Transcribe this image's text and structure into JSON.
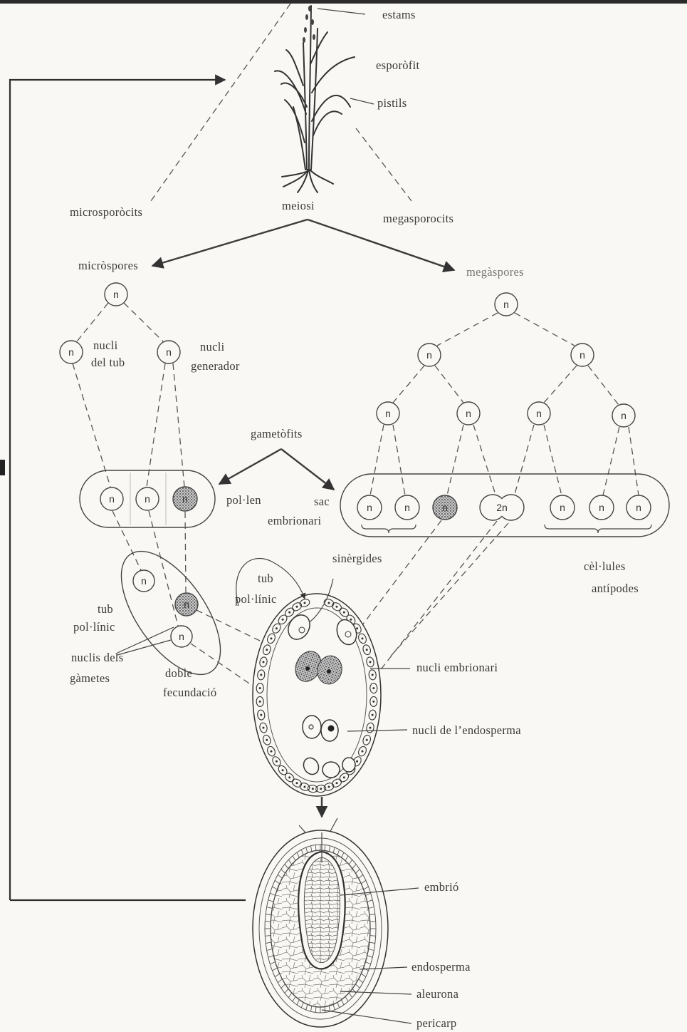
{
  "palette": {
    "paper": "#f9f8f4",
    "ink": "#3a3a3a"
  },
  "sporophyte": {
    "stamens": "estams",
    "sporophyte": "esporòfit",
    "pistils": "pistils",
    "microsporocytes": "microsporòcits",
    "meiosis": "meiosi",
    "megasporocytes": "megasporocits"
  },
  "spores": {
    "microspores": "micròspores",
    "megaspores": "megàspores"
  },
  "ploidy": {
    "haploid": "n",
    "diploid": "2n"
  },
  "microgametophyte": {
    "tube_nucleus": [
      "nucli",
      "del tub"
    ],
    "generative_nucleus": [
      "nucli",
      "generador"
    ],
    "pollen": "pol·len"
  },
  "gametophytes": "gametòfits",
  "megagametophyte": {
    "embryo_sac": [
      "sac",
      "embrionari"
    ],
    "synergids": "sinèrgides",
    "antipodal_cells": [
      "cèl·lules",
      "antípodes"
    ]
  },
  "fertilization": {
    "pollen_tube_left": [
      "tub",
      "pol·línic"
    ],
    "gamete_nuclei": [
      "nuclis dels",
      "gàmetes"
    ],
    "double_fertilization": [
      "doble",
      "fecundació"
    ],
    "pollen_tube_center": [
      "tub",
      "pol·línic"
    ],
    "embryo_nucleus": "nucli embrionari",
    "endosperm_nucleus": "nucli de l’endosperma"
  },
  "seed": {
    "embryo": "embrió",
    "endosperm": "endosperma",
    "aleurone": "aleurona",
    "pericarp": "pericarp"
  }
}
